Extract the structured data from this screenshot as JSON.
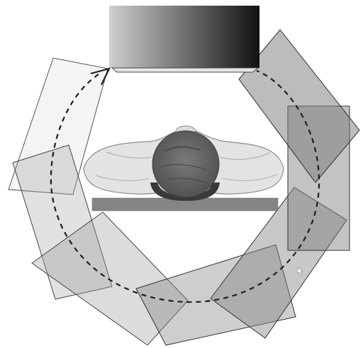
{
  "diagram": {
    "labels": [],
    "icons": {
      "detector": "detector-head",
      "patient": "patient-head-from-above",
      "table": "patient-table",
      "path": "rotation-path-arrow",
      "cursor": "mouse-cursor-icon"
    },
    "colors": {
      "background": "#ffffff",
      "detector_light": "#cfcfcf",
      "detector_dark": "#111111",
      "plate": "#8e8e8e",
      "plate_stroke": "#2f2f2f",
      "table": "#858585",
      "hair": "#5f5f5f",
      "skin": "#e3e3e3",
      "arc": "#1e1e1e"
    },
    "positions_count": 8
  }
}
